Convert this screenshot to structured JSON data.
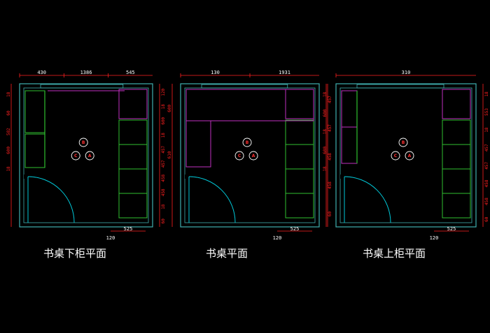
{
  "colors": {
    "background": "#000000",
    "wall": "#40b0b0",
    "door": "#00c8d8",
    "cabinet_green": "#30c030",
    "cabinet_magenta": "#c030c0",
    "dimension_line": "#ff2020",
    "text": "#ffffff"
  },
  "plans": [
    {
      "caption": "书桌下柜平面",
      "top_dims": [
        "430",
        "1386",
        "545"
      ],
      "bottom_dims": [
        "525",
        "120"
      ],
      "left_dims": [
        "18",
        "60",
        "582",
        "600",
        "18"
      ],
      "right_dims": [
        "120",
        "18",
        "600",
        "18",
        "457",
        "457",
        "458",
        "458",
        "18",
        "60"
      ],
      "markers": [
        "B",
        "C",
        "A"
      ]
    },
    {
      "caption": "书桌平面",
      "top_dims": [
        "130",
        "1931"
      ],
      "bottom_dims": [
        "525",
        "120"
      ],
      "left_dims": [
        "600",
        "610"
      ],
      "right_dims": [
        "457",
        "457",
        "458",
        "458",
        "60"
      ],
      "markers": [
        "B",
        "C",
        "A"
      ]
    },
    {
      "caption": "书桌上柜平面",
      "top_dims": [
        "310"
      ],
      "bottom_dims": [
        "525",
        "120"
      ],
      "left_dims": [
        "18",
        "600",
        "18",
        "600",
        "18"
      ],
      "right_dims": [
        "18",
        "553",
        "18",
        "457",
        "457",
        "458",
        "458",
        "60"
      ],
      "markers": [
        "B",
        "C",
        "A"
      ]
    }
  ]
}
